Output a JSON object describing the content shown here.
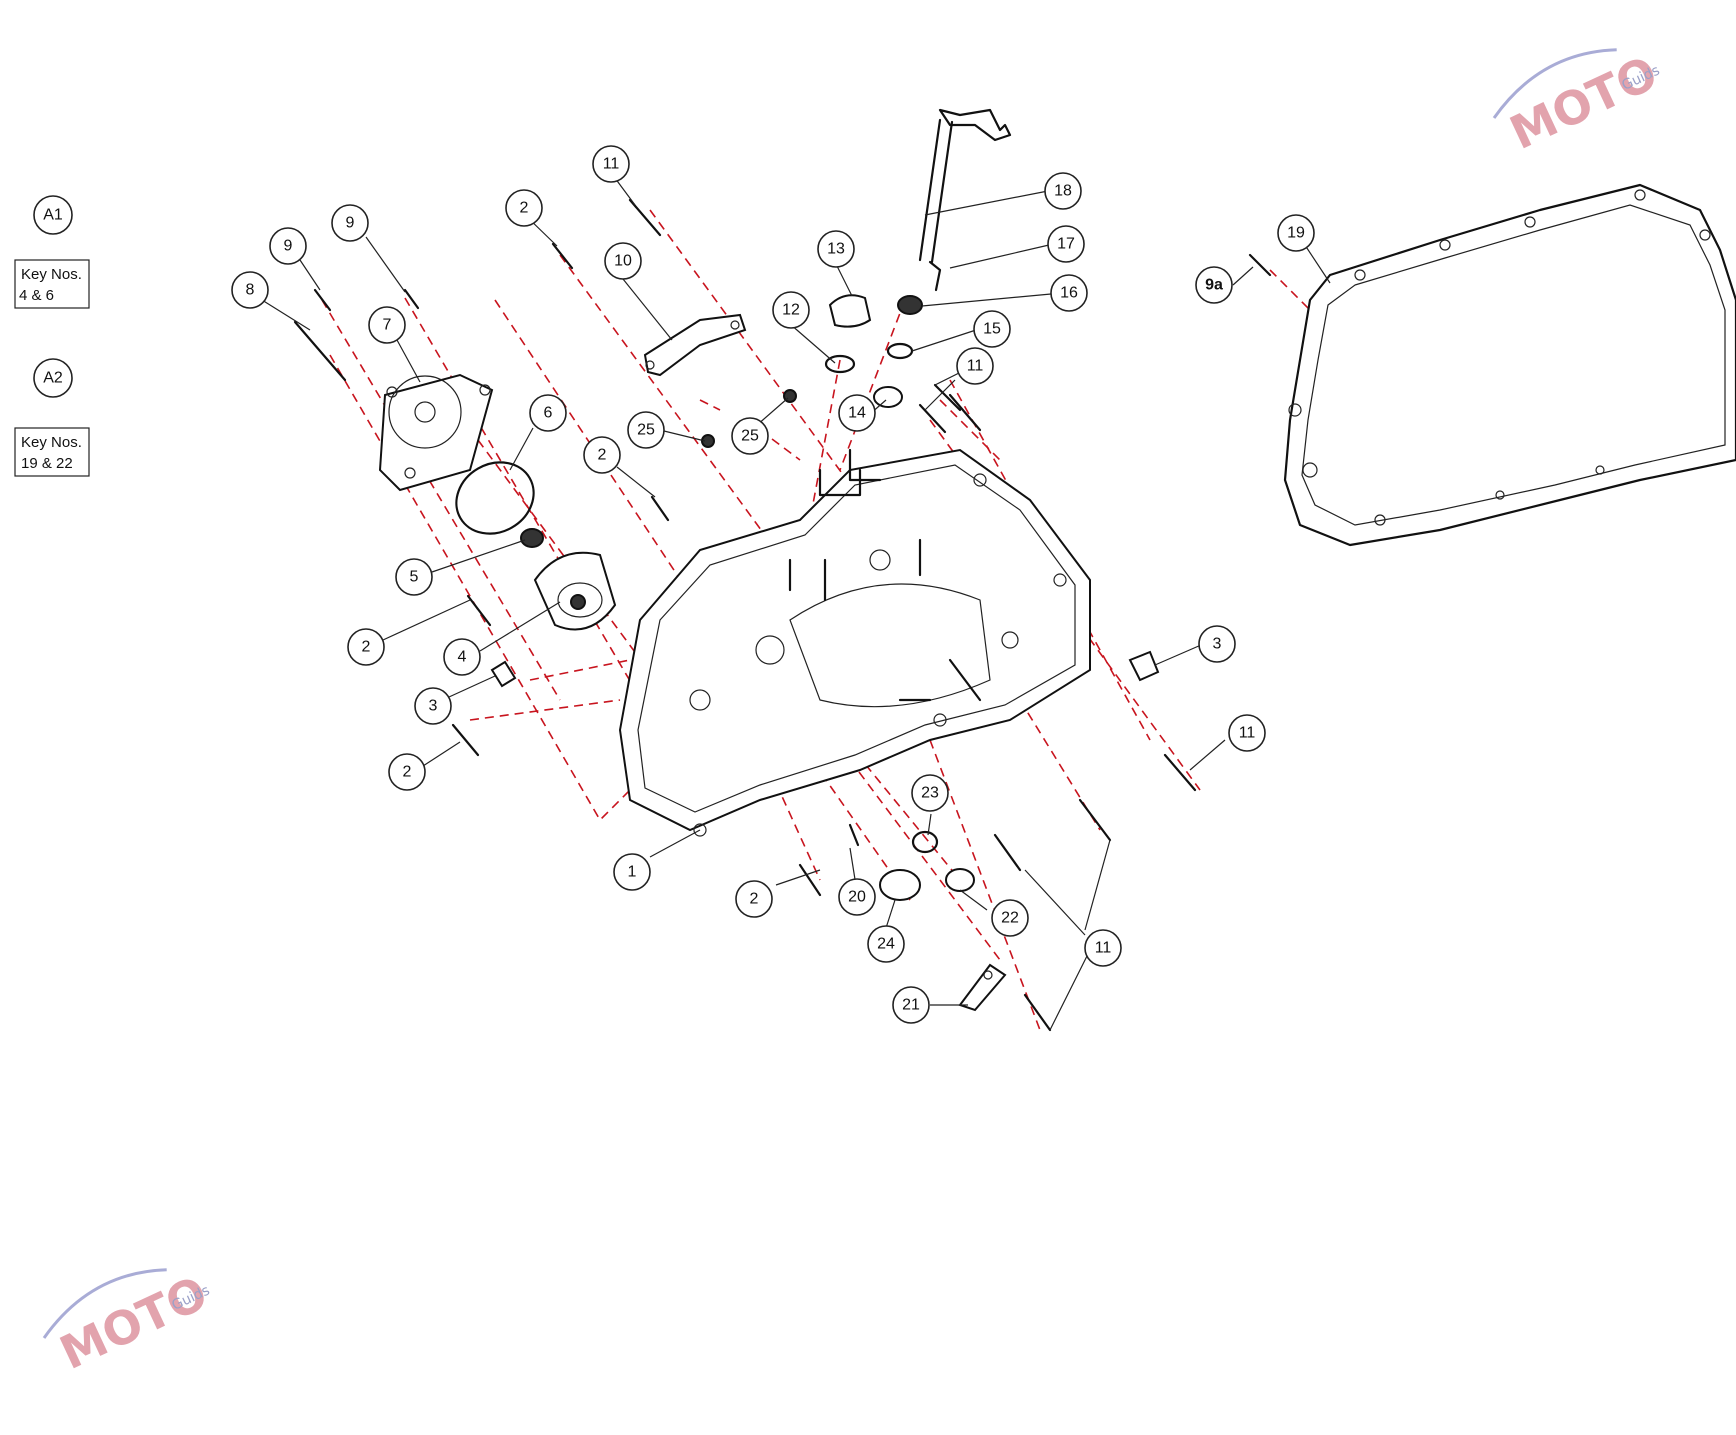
{
  "legend": [
    {
      "code": "A1",
      "note_line1": "Key Nos.",
      "note_line2": "4 & 6"
    },
    {
      "code": "A2",
      "note_line1": "Key Nos.",
      "note_line2": "19 & 22"
    }
  ],
  "callouts": [
    {
      "id": "c8",
      "label": "8"
    },
    {
      "id": "c9a",
      "label": "9"
    },
    {
      "id": "c9b",
      "label": "9"
    },
    {
      "id": "c7",
      "label": "7"
    },
    {
      "id": "c6",
      "label": "6"
    },
    {
      "id": "c5",
      "label": "5"
    },
    {
      "id": "c4",
      "label": "4"
    },
    {
      "id": "c2a",
      "label": "2"
    },
    {
      "id": "c2b",
      "label": "2"
    },
    {
      "id": "c2c",
      "label": "2"
    },
    {
      "id": "c2d",
      "label": "2"
    },
    {
      "id": "c2e",
      "label": "2"
    },
    {
      "id": "c3a",
      "label": "3"
    },
    {
      "id": "c3b",
      "label": "3"
    },
    {
      "id": "c10",
      "label": "10"
    },
    {
      "id": "c11a",
      "label": "11"
    },
    {
      "id": "c11b",
      "label": "11"
    },
    {
      "id": "c11c",
      "label": "11"
    },
    {
      "id": "c11d",
      "label": "11"
    },
    {
      "id": "c12",
      "label": "12"
    },
    {
      "id": "c13",
      "label": "13"
    },
    {
      "id": "c14",
      "label": "14"
    },
    {
      "id": "c15",
      "label": "15"
    },
    {
      "id": "c16",
      "label": "16"
    },
    {
      "id": "c17",
      "label": "17"
    },
    {
      "id": "c18",
      "label": "18"
    },
    {
      "id": "c19",
      "label": "19"
    },
    {
      "id": "c9x",
      "label": "9a"
    },
    {
      "id": "c25a",
      "label": "25"
    },
    {
      "id": "c25b",
      "label": "25"
    },
    {
      "id": "c1",
      "label": "1"
    },
    {
      "id": "c20",
      "label": "20"
    },
    {
      "id": "c21",
      "label": "21"
    },
    {
      "id": "c22",
      "label": "22"
    },
    {
      "id": "c23",
      "label": "23"
    },
    {
      "id": "c24",
      "label": "24"
    }
  ],
  "watermark": {
    "brand": "MOTO",
    "sub": "Guids"
  },
  "colors": {
    "leader": "#222222",
    "assembly_dash": "#c8141e",
    "watermark": "#e2a3ad"
  }
}
